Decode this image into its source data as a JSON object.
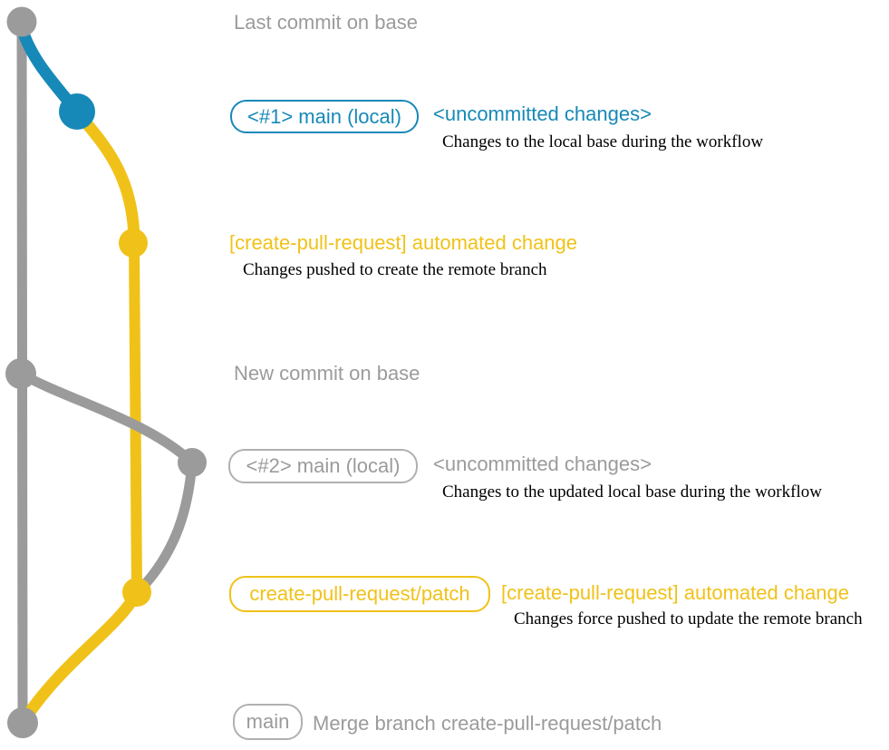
{
  "colors": {
    "gray": "#9B9B9B",
    "blue": "#1789B8",
    "gold": "#F0C219",
    "note": "#000000",
    "pill_gray_border": "#B0B0B0"
  },
  "rows": {
    "last_commit": {
      "heading": "Last commit on base"
    },
    "uncommitted_1": {
      "branch_label": "<#1> main (local)",
      "heading": "<uncommitted changes>",
      "note": "Changes to the local base during the workflow"
    },
    "automated_change_1": {
      "heading": "[create-pull-request] automated change",
      "note": "Changes pushed to create the remote branch"
    },
    "new_commit": {
      "heading": "New commit on base"
    },
    "uncommitted_2": {
      "branch_label": "<#2> main (local)",
      "heading": "<uncommitted changes>",
      "note": "Changes to the updated local base during the workflow"
    },
    "automated_change_2": {
      "branch_label": "create-pull-request/patch",
      "heading": "[create-pull-request] automated change",
      "note": "Changes force pushed to update the remote branch"
    },
    "merge": {
      "branch_label": "main",
      "message": "Merge branch create-pull-request/patch"
    }
  }
}
